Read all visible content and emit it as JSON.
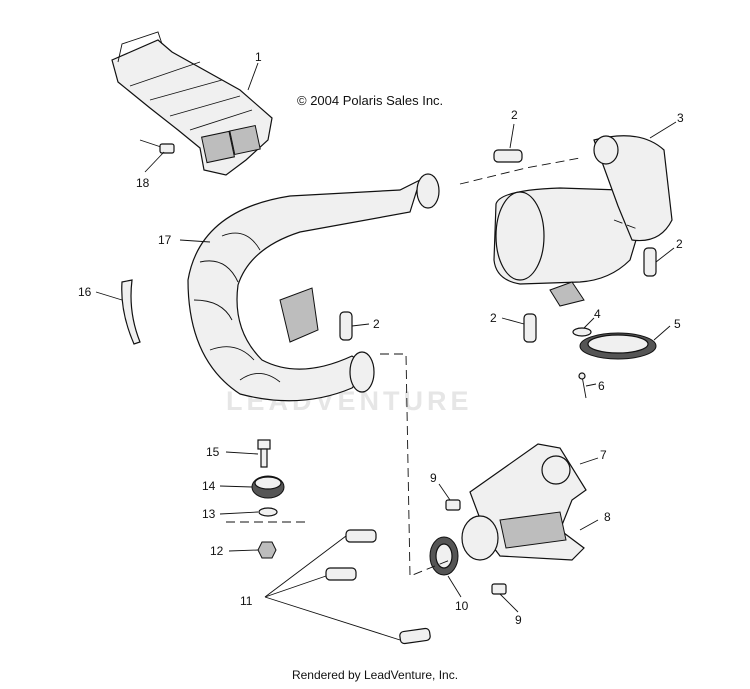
{
  "copyright": "© 2004 Polaris Sales Inc.",
  "watermark": "LEADVENTURE",
  "footer": "Rendered by LeadVenture, Inc.",
  "callouts": [
    "1",
    "2",
    "3",
    "2",
    "17",
    "16",
    "2",
    "2",
    "4",
    "5",
    "6",
    "15",
    "14",
    "13",
    "12",
    "7",
    "9",
    "8",
    "11",
    "10",
    "9",
    "18"
  ]
}
